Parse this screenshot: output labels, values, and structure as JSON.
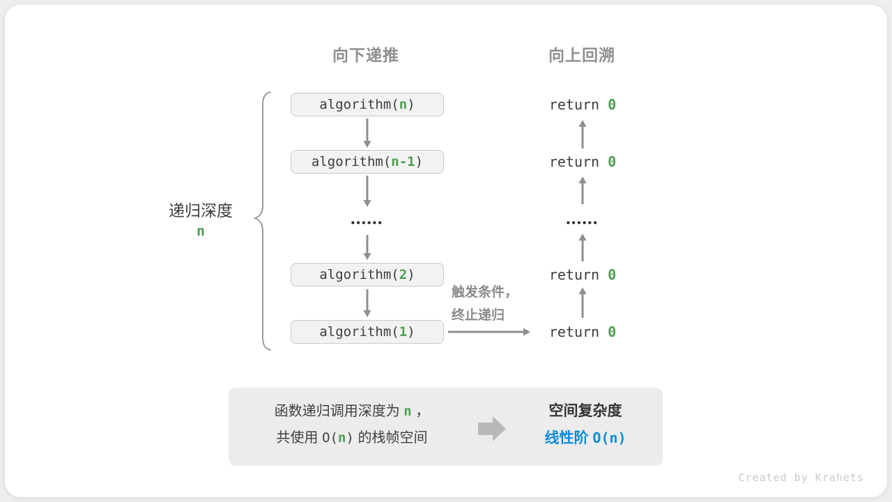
{
  "colors": {
    "green": "#4d9e51",
    "blue": "#0f8bdd",
    "gray_text": "#8f8f8f",
    "dark_text": "#3c3c3c",
    "arrow_gray": "#8f8f8f",
    "box_bg": "#f2f2f2",
    "box_border": "#c9c9c9",
    "summary_bg": "#ececec"
  },
  "headers": {
    "recurse_down": "向下递推",
    "backtrack_up": "向上回溯"
  },
  "depth_label": {
    "text": "递归深度",
    "value": "n"
  },
  "call_boxes": {
    "b1": {
      "pre": "algorithm(",
      "arg": "n",
      "post": ")"
    },
    "b2": {
      "pre": "algorithm(",
      "arg": "n-1",
      "post": ")"
    },
    "b3": {
      "pre": "algorithm(",
      "arg": "2",
      "post": ")"
    },
    "b4": {
      "pre": "algorithm(",
      "arg": "1",
      "post": ")"
    }
  },
  "return_stmt": {
    "pre": "return ",
    "val": "0"
  },
  "ellipsis": "••••••",
  "terminate_note": {
    "line1": "触发条件，",
    "line2": "终止递归"
  },
  "summary": {
    "line1_text": "函数递归调用深度为 ",
    "line1_var": "n",
    "line1_tail": " ，",
    "line2_head": "共使用 ",
    "line2_code_open": "O(",
    "line2_var": "n",
    "line2_code_close": ")",
    "line2_tail": " 的栈帧空间",
    "result_title": "空间复杂度",
    "result_label": "线性阶 ",
    "result_code": "O(n)"
  },
  "credit": "Created by Krahets"
}
